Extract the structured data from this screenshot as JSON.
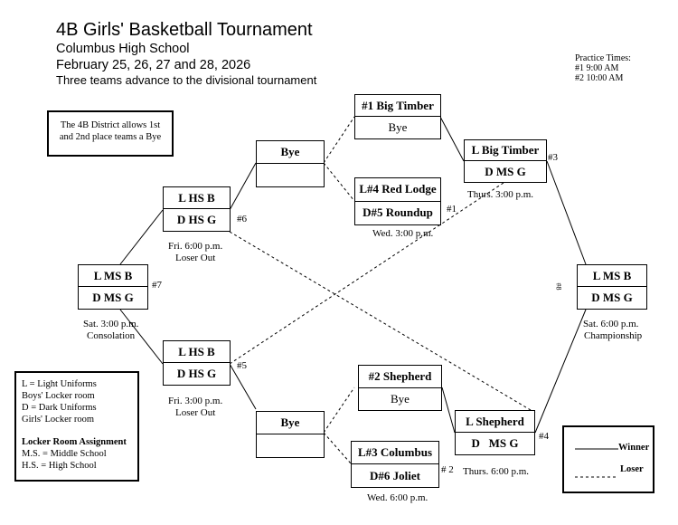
{
  "header": {
    "title": "4B Girls' Basketball Tournament",
    "school": "Columbus High School",
    "dates": "February 25, 26, 27 and 28, 2026",
    "advance": "Three teams advance to the divisional tournament"
  },
  "practice": {
    "title": "Practice Times:",
    "time1": "#1 9:00 AM",
    "time2": "#2 10:00 AM"
  },
  "bye_note": {
    "line1": "The 4B District allows 1st",
    "line2": "and 2nd place teams a Bye"
  },
  "games": {
    "g1_top": "#1 Big Timber",
    "g1_bot": "Bye",
    "top_bye": "Bye",
    "g_wed_top": "L#4 Red Lodge",
    "g_wed_bot": "D#5 Roundup",
    "wed1_time": "Wed. 3:00 p.m.",
    "gl1": "#1",
    "g3_top": "L Big Timber",
    "g3_bot": "D MS G",
    "g3_time": "Thurs. 3:00 p.m.",
    "gl3": "#3",
    "g6_top": "L HS B",
    "g6_bot": "D HS G",
    "gl6": "#6",
    "g6_time": "Fri. 6:00 p.m.",
    "g6_note": "Loser Out",
    "cons_top": "L MS B",
    "cons_bot": "D MS G",
    "gl7": "#7",
    "cons_time": "Sat. 3:00 p.m.",
    "cons_label": "Consolation",
    "champ_top": "L MS B",
    "champ_bot": "D MS G",
    "champ_side": "#8",
    "champ_time": "Sat. 6:00 p.m.",
    "champ_label": "Championship",
    "g5_top": "L HS B",
    "g5_bot": "D HS G",
    "gl5": "#5",
    "g5_time": "Fri. 3:00 p.m.",
    "g5_note": "Loser Out",
    "g2_top": "#2 Shepherd",
    "g2_bot": "Bye",
    "bottom_bye": "Bye",
    "g_wed2_top": "L#3 Columbus",
    "g_wed2_bot": "D#6 Joliet",
    "gl2": "# 2",
    "wed2_time": "Wed. 6:00 p.m.",
    "g4_top": "L  Shepherd",
    "g4_bot": "D   MS G",
    "gl4": "#4",
    "g4_time": "Thurs. 6:00 p.m."
  },
  "legend_uniforms": {
    "l1": "L = Light Uniforms",
    "l2": "Boys' Locker room",
    "l3": "D = Dark Uniforms",
    "l4": "Girls' Locker room",
    "l5": "Locker Room Assignment",
    "l6": "M.S. = Middle School",
    "l7": "H.S. = High School"
  },
  "legend_lines": {
    "winner": "Winner",
    "loser": "Loser"
  }
}
